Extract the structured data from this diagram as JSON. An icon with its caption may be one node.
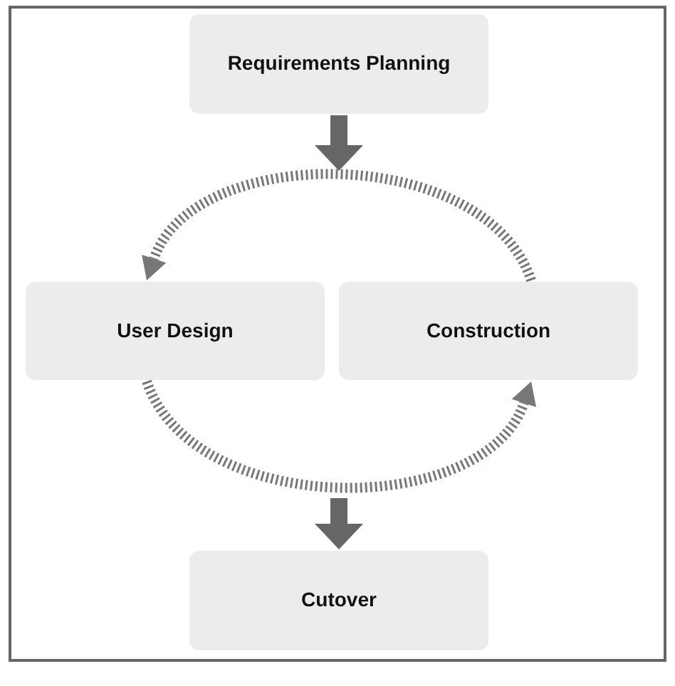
{
  "diagram": {
    "nodes": [
      {
        "text": [
          "Requirements Planning"
        ]
      },
      {
        "text": [
          "User Design"
        ]
      },
      {
        "text": [
          "Construction"
        ]
      },
      {
        "text": [
          "Cutover"
        ]
      }
    ],
    "edges": [
      {
        "from": 0,
        "to": null,
        "arrow": "to"
      },
      {
        "from": 2,
        "to": 1,
        "arrow": "to",
        "style": "dashed"
      },
      {
        "from": 1,
        "to": 2,
        "arrow": "to",
        "style": "dashed"
      },
      {
        "from": null,
        "to": 3,
        "arrow": "to"
      }
    ]
  }
}
